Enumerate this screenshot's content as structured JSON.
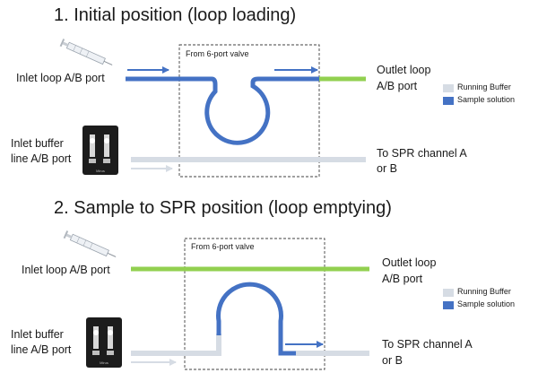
{
  "colors": {
    "sample": "#4472c4",
    "buffer": "#d6dce4",
    "outlet_green": "#92d050",
    "valve_border": "#404040"
  },
  "panel1": {
    "title": "1. Initial position (loop loading)",
    "valve_label": "From 6-port valve",
    "inlet_loop": "Inlet loop A/B port",
    "inlet_buffer_line1": "Inlet buffer",
    "inlet_buffer_line2": "line A/B port",
    "outlet_line1": "Outlet loop",
    "outlet_line2": "A/B port",
    "spr_line1": "To SPR channel A",
    "spr_line2": "or B",
    "legend": {
      "buffer": "Running Buffer",
      "sample": "Sample solution"
    }
  },
  "panel2": {
    "title": "2. Sample to SPR position (loop emptying)",
    "valve_label": "From 6-port valve",
    "inlet_loop": "Inlet loop A/B port",
    "inlet_buffer_line1": "Inlet buffer",
    "inlet_buffer_line2": "line A/B port",
    "outlet_line1": "Outlet loop",
    "outlet_line2": "A/B port",
    "spr_line1": "To SPR channel A",
    "spr_line2": "or B",
    "legend": {
      "buffer": "Running Buffer",
      "sample": "Sample solution"
    }
  },
  "icons": {
    "syringe": "syringe-icon",
    "pump": "syringe-pump-icon",
    "pump_caption": "Mirus"
  }
}
